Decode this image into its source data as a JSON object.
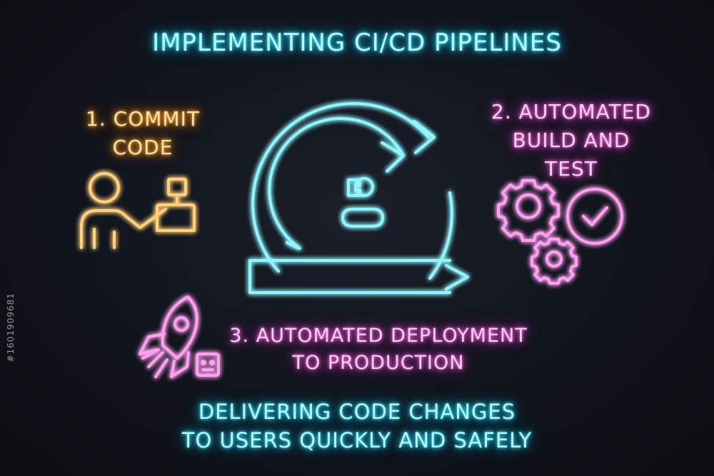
{
  "title": "IMPLEMENTING CI/CD PIPELINES",
  "steps": [
    {
      "line1": "1. COMMIT",
      "line2": "CODE",
      "icon": "person-at-computer-icon"
    },
    {
      "line1": "2. AUTOMATED",
      "line2": "BUILD AND",
      "line3": "TEST",
      "icon": "gears-checkmark-icon"
    },
    {
      "line1": "3. AUTOMATED DEPLOYMENT",
      "line2": "TO PRODUCTION",
      "icon": "rocket-icon"
    }
  ],
  "center_icon": "cycle-arrow-icon",
  "footer": {
    "line1": "DELIVERING CODE CHANGES",
    "line2": "TO USERS QUICKLY AND SAFELY"
  },
  "watermark": "#1601909681",
  "colors": {
    "cyan": "#3fe6ff",
    "orange": "#ffaa33",
    "pink": "#ff6fe0",
    "background": "#12161e"
  }
}
